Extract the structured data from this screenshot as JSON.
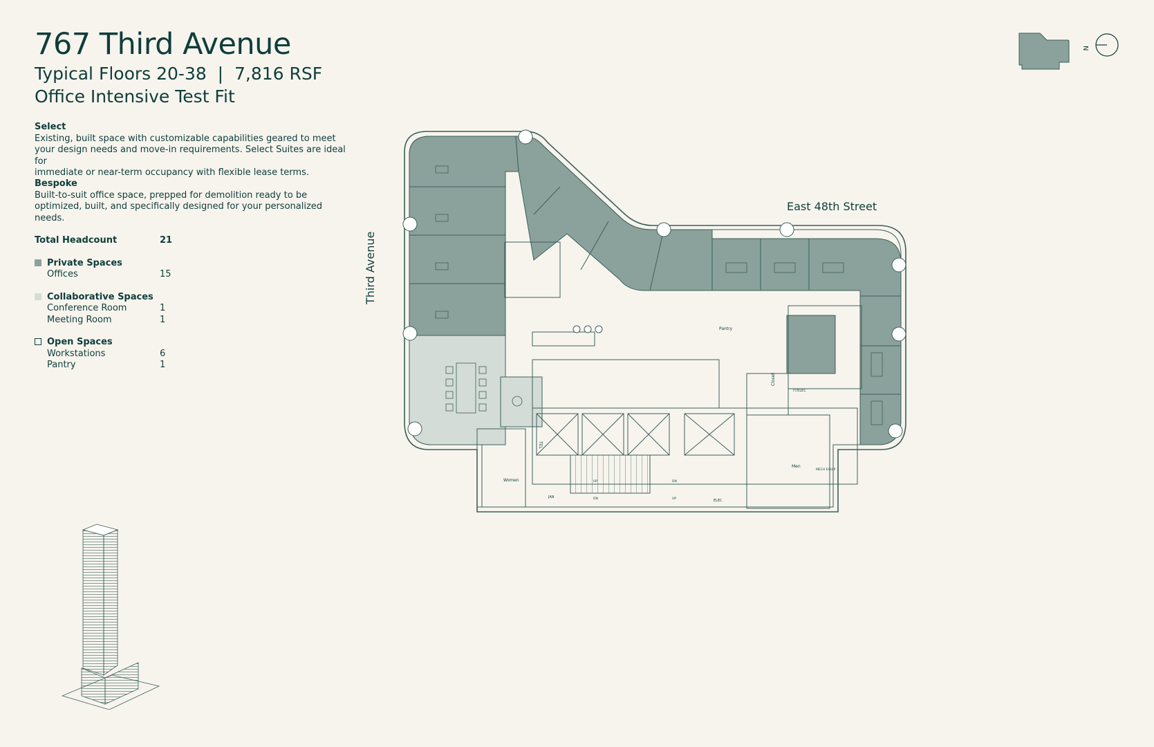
{
  "header": {
    "title": "767 Third Avenue",
    "subtitle": "Typical Floors 20-38  |  7,816 RSF",
    "subtitle2": "Office Intensive Test Fit"
  },
  "select": {
    "heading": "Select",
    "lines": [
      "Existing, built space with customizable capabilities geared to meet",
      "your design needs and move-in requirements. Select Suites are ideal for",
      "immediate or near-term occupancy with flexible lease terms."
    ]
  },
  "bespoke": {
    "heading": "Bespoke",
    "lines": [
      "Built-to-suit office space, prepped for demolition ready to be",
      "optimized, built, and specifically designed for your personalized needs."
    ]
  },
  "stats": {
    "total": {
      "label": "Total Headcount",
      "value": "21"
    },
    "private": {
      "label": "Private Spaces",
      "items": [
        {
          "label": "Offices",
          "value": "15"
        }
      ]
    },
    "collab": {
      "label": "Collaborative Spaces",
      "items": [
        {
          "label": "Conference Room",
          "value": "1"
        },
        {
          "label": "Meeting Room",
          "value": "1"
        }
      ]
    },
    "open": {
      "label": "Open Spaces",
      "items": [
        {
          "label": "Workstations",
          "value": "6"
        },
        {
          "label": "Pantry",
          "value": "1"
        }
      ]
    }
  },
  "plan": {
    "street_east": "East 48th Street",
    "street_third": "Third Avenue",
    "rooms": {
      "pantry": "Pantry",
      "closet": "Closet",
      "itelec": "IT/ELEC",
      "women": "Women",
      "men": "Men",
      "tel": "TEL",
      "jan": "JAN",
      "elec": "ELEC",
      "mech": "MECH EQUIP",
      "up1": "UP",
      "dn1": "DN",
      "up2": "UP",
      "dn2": "DN"
    }
  },
  "compass": {
    "north": "N"
  },
  "colors": {
    "background": "#f7f4ee",
    "text": "#0f3d3a",
    "private": "#8aa29b",
    "collaborative": "#d4dcd7",
    "line": "#3c5f5a"
  }
}
